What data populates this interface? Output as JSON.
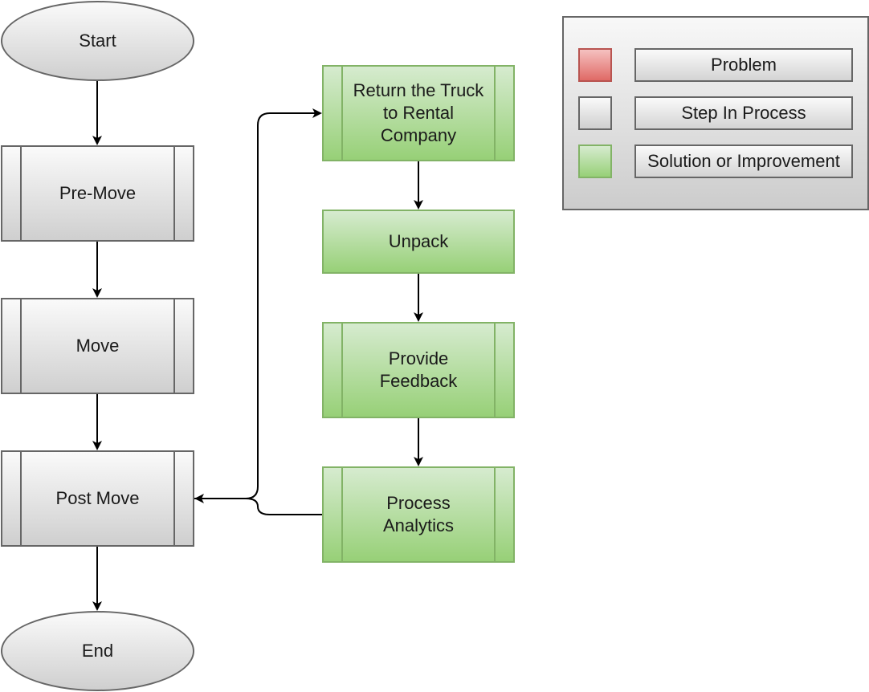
{
  "flow": {
    "start": "Start",
    "pre_move": "Pre-Move",
    "move": "Move",
    "post_move": "Post Move",
    "end": "End"
  },
  "solutions": {
    "return_truck": "Return the Truck to Rental Company",
    "unpack": "Unpack",
    "provide_feedback": "Provide Feedback",
    "process_analytics": "Process Analytics"
  },
  "legend": {
    "problem": "Problem",
    "step": "Step In Process",
    "solution": "Solution or Improvement"
  },
  "colors": {
    "problem_fill": "#e06a66",
    "step_fill": "#cfcfcf",
    "solution_fill": "#97d077",
    "solution_stroke": "#82b366",
    "step_stroke": "#666666"
  }
}
